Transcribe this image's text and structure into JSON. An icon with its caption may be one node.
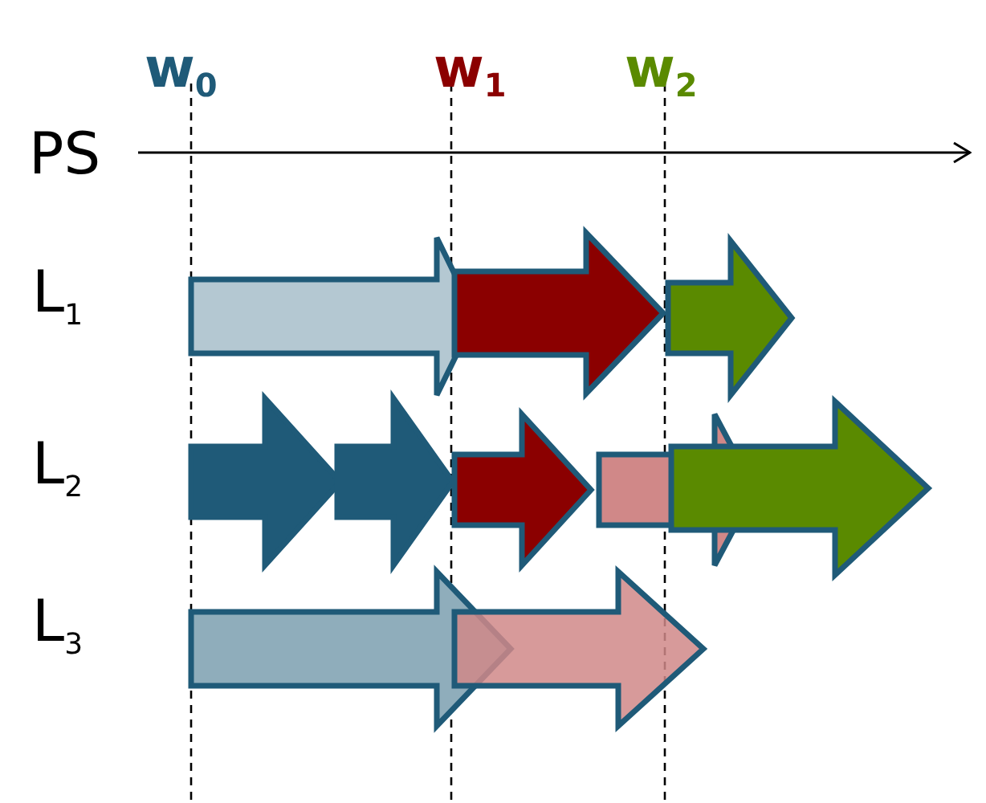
{
  "diagram": {
    "labels": [
      "w$_{0}$",
      "w$_{1}$",
      "w$_{2}$",
      "PS",
      "L$_{1}$",
      "L$_{2}$",
      "L$_{3}$"
    ]
  }
}
